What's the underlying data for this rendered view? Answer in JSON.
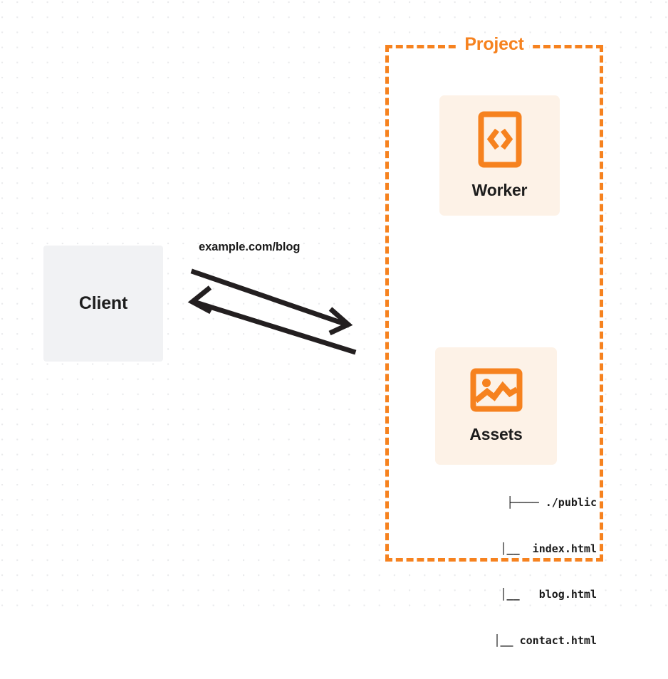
{
  "diagram": {
    "title": "Worker with static assets request flow",
    "background": {
      "color": "#ffffff",
      "dot_color": "#e9eaec"
    },
    "colors": {
      "accent": "#f6821f",
      "card_fill": "#fdf2e7",
      "client_fill": "#f1f2f4",
      "text": "#1d1d1d",
      "arrow": "#231f20"
    },
    "client": {
      "label": "Client"
    },
    "connection": {
      "label": "example.com/blog",
      "request_arrow_name": "arrow-request-right",
      "response_arrow_name": "arrow-response-left"
    },
    "project": {
      "title": "Project",
      "nodes": [
        {
          "label": "Worker",
          "icon": "code-brackets-icon"
        },
        {
          "label": "Assets",
          "icon": "image-icon"
        }
      ],
      "file_tree": [
        "├──── ./public",
        "     │__  index.html",
        "     │__   blog.html",
        "     │__ contact.html"
      ]
    }
  }
}
